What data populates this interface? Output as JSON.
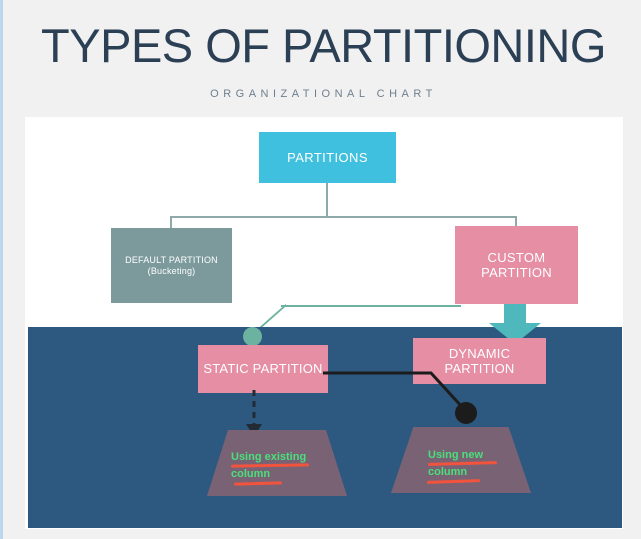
{
  "header": {
    "title": "TYPES OF PARTITIONING",
    "subtitle": "ORGANIZATIONAL CHART"
  },
  "chart_data": {
    "type": "diagram",
    "title": "TYPES OF PARTITIONING",
    "subtitle": "ORGANIZATIONAL CHART",
    "nodes": [
      {
        "id": "partitions",
        "label": "PARTITIONS",
        "color": "#3fc0de",
        "level": 0
      },
      {
        "id": "default",
        "label": "DEFAULT PARTITION\n(Bucketing)",
        "color": "#7c9a9c",
        "level": 1
      },
      {
        "id": "custom",
        "label": "CUSTOM PARTITION",
        "color": "#e58ea4",
        "level": 1
      },
      {
        "id": "static",
        "label": "STATIC PARTITION",
        "color": "#e58ea4",
        "level": 2
      },
      {
        "id": "dynamic",
        "label": "DYNAMIC PARTITION",
        "color": "#e58ea4",
        "level": 2
      },
      {
        "id": "existing",
        "label": "Using existing column",
        "color": "#7a6275",
        "level": 3
      },
      {
        "id": "new",
        "label": "Using new column",
        "color": "#7a6275",
        "level": 3
      }
    ],
    "edges": [
      {
        "from": "partitions",
        "to": "default",
        "style": "elbow",
        "color": "#8fa9ab"
      },
      {
        "from": "partitions",
        "to": "custom",
        "style": "elbow",
        "color": "#8fa9ab"
      },
      {
        "from": "custom",
        "to": "static",
        "style": "line-dot",
        "color": "#6cb2a0"
      },
      {
        "from": "custom",
        "to": "dynamic",
        "style": "arrow",
        "color": "#4fb8bd"
      },
      {
        "from": "static",
        "to": "existing",
        "style": "dashed-arrow",
        "color": "#222b33"
      },
      {
        "from": "dynamic",
        "to": "new",
        "style": "line-dot",
        "color": "#1c1c1c"
      }
    ],
    "palette": {
      "page_background": "#f1f1f1",
      "canvas": "#ffffff",
      "panel": "#2d5980",
      "title_color": "#2b3f55",
      "subtitle_color": "#6f7f8e",
      "cyan": "#3fc0de",
      "pink": "#e58ea4",
      "gray_teal": "#7c9a9c",
      "green": "#6cb2a0",
      "leaf_text": "#49e07a",
      "underline": "#f2533d",
      "page_border": "#bcd7ec"
    }
  },
  "nodes": {
    "partitions": {
      "label": "PARTITIONS"
    },
    "default_partition": {
      "line1": "DEFAULT PARTITION",
      "line2": "(Bucketing)"
    },
    "custom_partition": {
      "line1": "CUSTOM",
      "line2": "PARTITION"
    },
    "static_partition": {
      "label": "STATIC PARTITION"
    },
    "dynamic_partition": {
      "line1": "DYNAMIC",
      "line2": "PARTITION"
    },
    "leaf_existing": {
      "label": "Using existing\ncolumn"
    },
    "leaf_new": {
      "label": "Using new\ncolumn"
    }
  }
}
